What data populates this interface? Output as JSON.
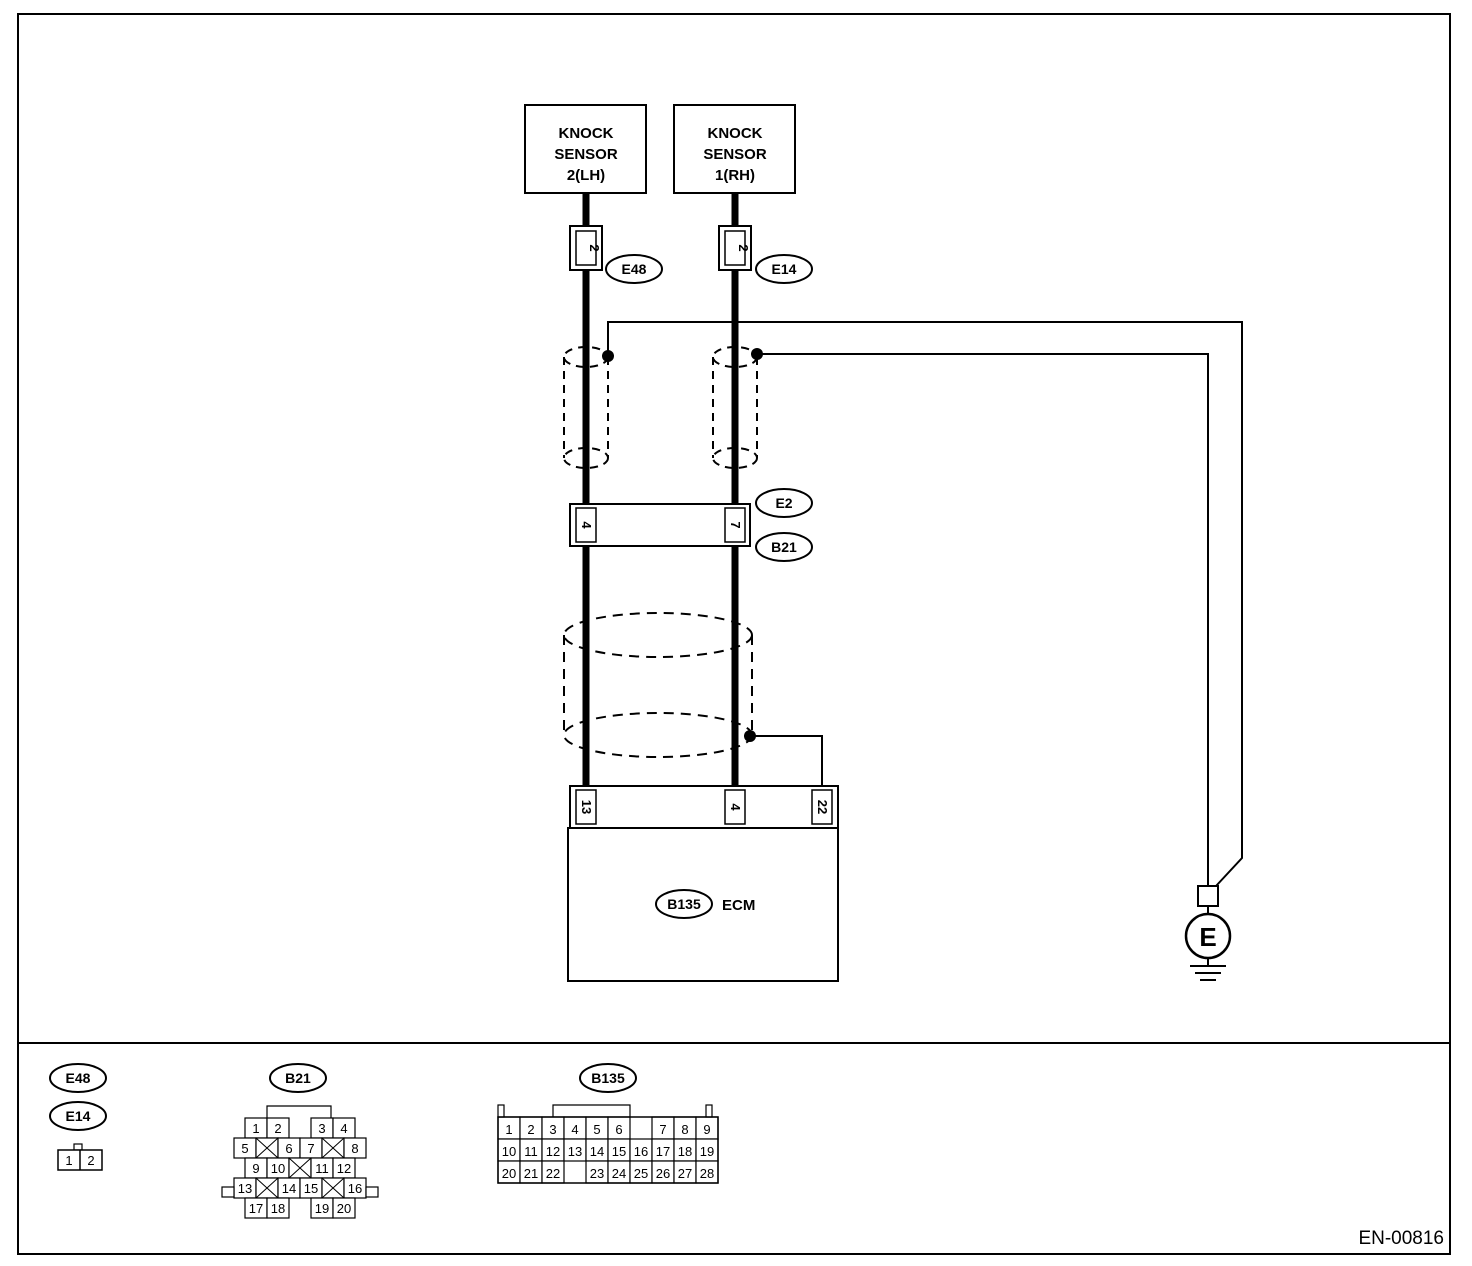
{
  "components": {
    "knock_sensor_lh": [
      "KNOCK",
      "SENSOR",
      "2(LH)"
    ],
    "knock_sensor_rh": [
      "KNOCK",
      "SENSOR",
      "1(RH)"
    ],
    "ecm_label": "ECM",
    "ground_symbol": "E"
  },
  "connectors": {
    "e48": "E48",
    "e14": "E14",
    "e2": "E2",
    "b21": "B21",
    "b135": "B135"
  },
  "pins": {
    "e48_pin": "2",
    "e14_pin": "2",
    "e2_pin_lh": "4",
    "e2_pin_rh": "7",
    "ecm_pin_lh": "13",
    "ecm_pin_rh": "4",
    "ecm_pin_shield": "22"
  },
  "connector_faces": {
    "e48_e14": [
      "1",
      "2"
    ],
    "b21_rows": [
      [
        "1",
        "2",
        "3",
        "4"
      ],
      [
        "5",
        "6",
        "7",
        "8"
      ],
      [
        "9",
        "10",
        "11",
        "12"
      ],
      [
        "13",
        "14",
        "15",
        "16"
      ],
      [
        "17",
        "18",
        "19",
        "20"
      ]
    ],
    "b135_rows": [
      [
        "1",
        "2",
        "3",
        "4",
        "5",
        "6",
        "7",
        "8",
        "9"
      ],
      [
        "10",
        "11",
        "12",
        "13",
        "14",
        "15",
        "16",
        "17",
        "18",
        "19"
      ],
      [
        "20",
        "21",
        "22",
        "23",
        "24",
        "25",
        "26",
        "27",
        "28"
      ]
    ]
  },
  "figure_code": "EN-00816",
  "colors": {
    "line": "#000000",
    "background": "#ffffff"
  }
}
